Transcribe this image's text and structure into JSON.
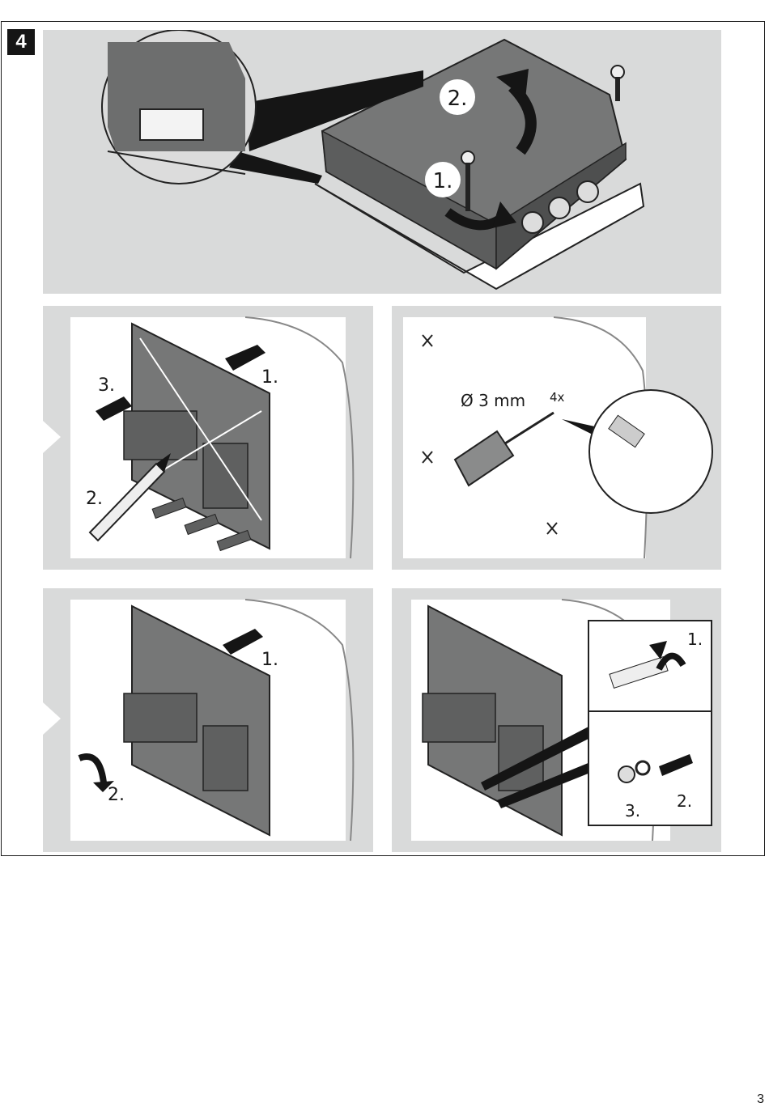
{
  "step": {
    "number": "4"
  },
  "panel1": {
    "label_1": "1.",
    "label_2": "2."
  },
  "panel2": {
    "label_1": "1.",
    "label_2": "2.",
    "label_3": "3."
  },
  "panel3": {
    "drill_size": "Ø 3 mm",
    "count": "4x"
  },
  "panel4": {
    "label_1": "1.",
    "label_2": "2."
  },
  "panel5": {
    "label_1": "1.",
    "label_2": "2.",
    "label_3": "3."
  },
  "page": {
    "number": "3"
  }
}
